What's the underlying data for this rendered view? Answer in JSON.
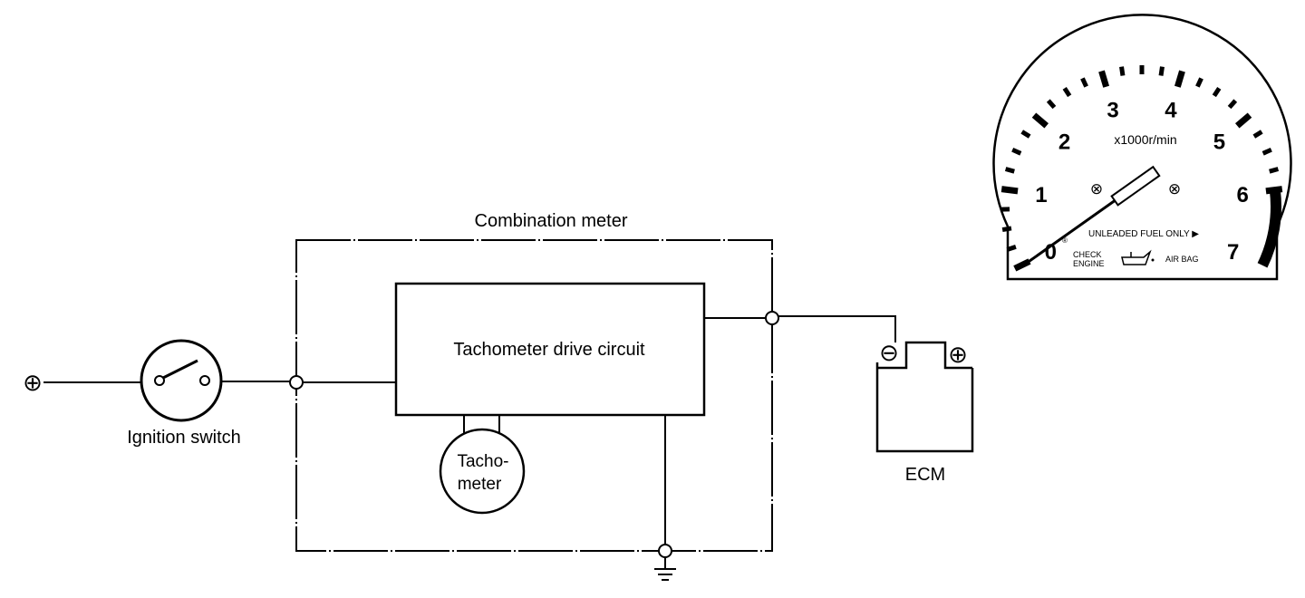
{
  "diagram": {
    "enclosure_label": "Combination meter",
    "drive_circuit_label": "Tachometer drive circuit",
    "tachometer_label_line1": "Tacho-",
    "tachometer_label_line2": "meter",
    "ignition_switch_label": "Ignition switch",
    "ecm_label": "ECM",
    "battery_positive_symbol": "⊕",
    "ecm_negative_symbol": "⊖",
    "ecm_positive_symbol": "⊕"
  },
  "gauge": {
    "numbers": [
      "0",
      "1",
      "2",
      "3",
      "4",
      "5",
      "6",
      "7"
    ],
    "unit_label": "x1000r/min",
    "fuel_notice": "UNLEADED FUEL ONLY ▶",
    "check_engine_line1": "CHECK",
    "check_engine_line2": "ENGINE",
    "airbag_label": "AIR BAG",
    "screw_glyph": "⊗",
    "registered_mark": "®",
    "needle_value": 0,
    "redline_start": 6,
    "max_value": 7
  }
}
